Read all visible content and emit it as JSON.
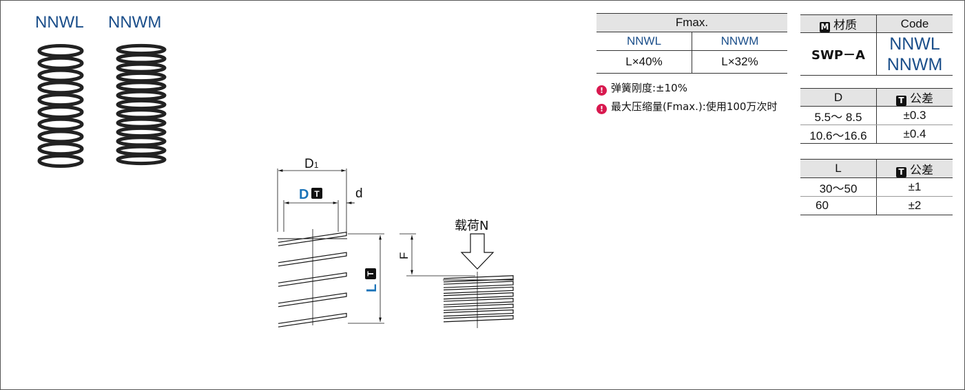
{
  "products": [
    "NNWL",
    "NNWM"
  ],
  "drawing": {
    "d1": "D1",
    "d1_main": "D",
    "d1_sub": "1",
    "d_label": "D",
    "t_mark": "T",
    "wire_label": "d",
    "length_label": "L",
    "load_label": "载荷N",
    "deflection_label": "F"
  },
  "fmax_table": {
    "title": "Fmax.",
    "columns": [
      "NNWL",
      "NNWM"
    ],
    "values": [
      "L×40%",
      "L×32%"
    ]
  },
  "notes": [
    "弹簧刚度:±10%",
    "最大压缩量(Fmax.):使用100万次时"
  ],
  "material_table": {
    "m_mark": "M",
    "material_header": "材质",
    "code_header": "Code",
    "material": "SWP－A",
    "codes": [
      "NNWL",
      "NNWM"
    ]
  },
  "d_table": {
    "header": "D",
    "tol_header": "公差",
    "rows": [
      [
        "5.5～ 8.5",
        "±0.3"
      ],
      [
        "10.6～16.6",
        "±0.4"
      ]
    ]
  },
  "l_table": {
    "header": "L",
    "tol_header": "公差",
    "rows": [
      [
        "30～50",
        "±1"
      ],
      [
        "60",
        "±2"
      ]
    ]
  },
  "colors": {
    "accent_blue": "#1a4e8a",
    "dim_blue": "#1a73b8",
    "warning": "#d8194f",
    "header_gray": "#e4e4e4"
  }
}
